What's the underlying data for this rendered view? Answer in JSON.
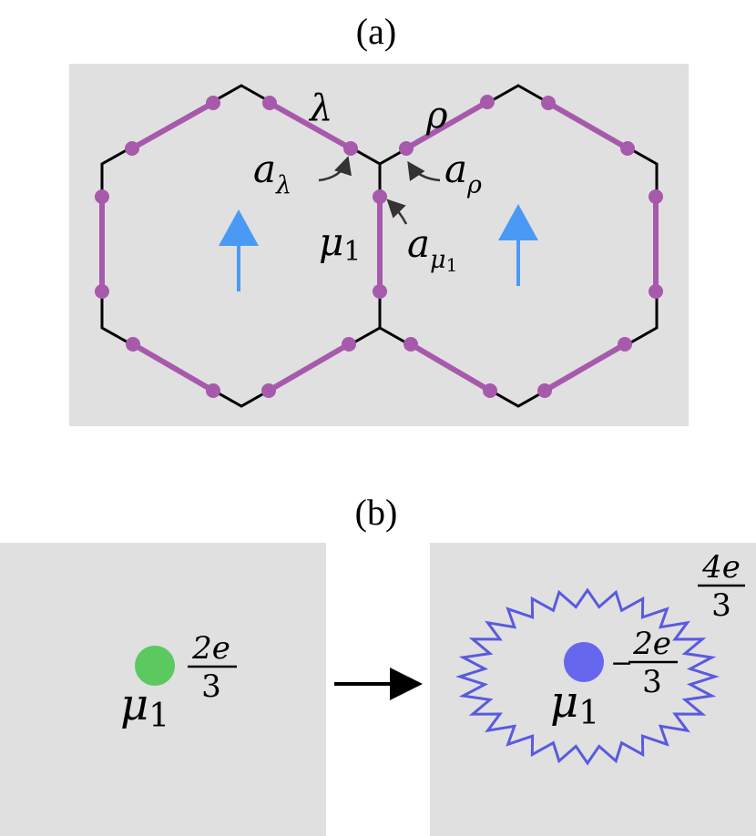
{
  "panel_a": {
    "label": "(a)",
    "labels": {
      "lambda": "λ",
      "rho": "ρ",
      "a": "a",
      "sub_lambda": "λ",
      "sub_rho": "ρ",
      "mu": "μ",
      "mu_sub": "1",
      "a_mu_sub": "μ",
      "a_mu_subsub": "1"
    }
  },
  "panel_b": {
    "label": "(b)",
    "left": {
      "mu": "μ",
      "mu_sub": "1",
      "frac_num": "2e",
      "frac_den": "3"
    },
    "right": {
      "mu": "μ",
      "mu_sub": "1",
      "minus": "−",
      "frac_num": "2e",
      "frac_den": "3",
      "outer_num": "4e",
      "outer_den": "3"
    }
  },
  "colors": {
    "panel_bg": "#e0e0e0",
    "edge": "#000000",
    "string": "#a75aab",
    "arrow": "#4a9af5",
    "green_charge": "#5cc860",
    "blue_charge": "#6666ee",
    "zigzag": "#5a5ae0"
  }
}
